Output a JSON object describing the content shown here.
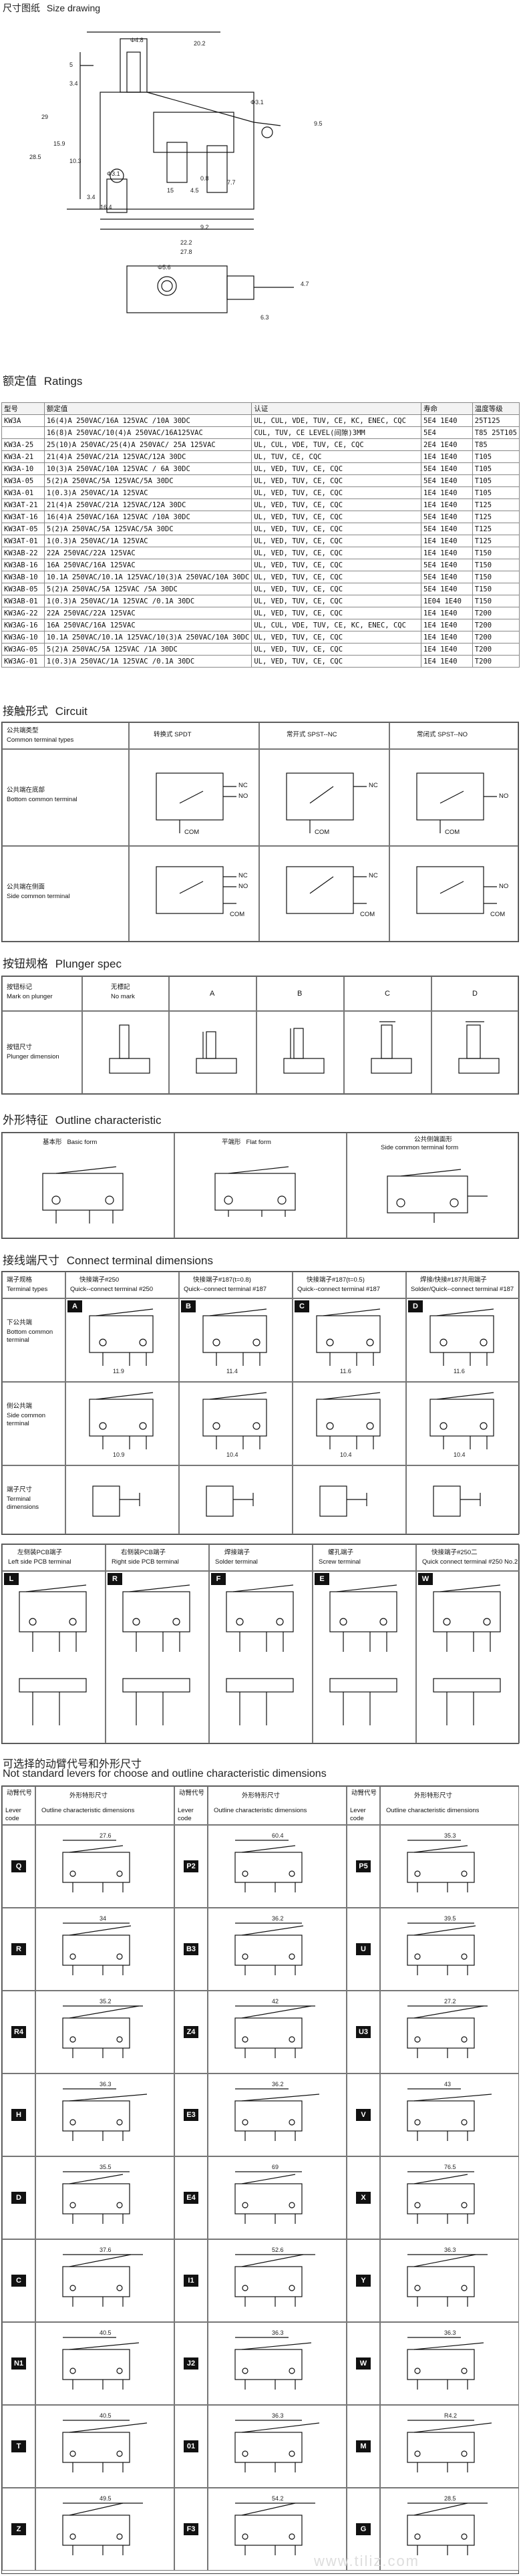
{
  "size_drawing": {
    "title_cn": "尺寸图纸",
    "title_en": "Size drawing",
    "dims": [
      "20.2",
      "Φ4.8",
      "5",
      "3.4",
      "29",
      "15.9",
      "10.3",
      "28.5",
      "Φ3.1",
      "9.5",
      "Φ3.1",
      "3.4",
      "16.4",
      "15",
      "4.5",
      "0.8",
      "7.7",
      "9.2",
      "22.2",
      "27.8",
      "Φ5.6",
      "4.7",
      "6.3"
    ]
  },
  "ratings": {
    "title_cn": "额定值",
    "title_en": "Ratings",
    "headers": [
      "型号",
      "额定值",
      "认证",
      "寿命",
      "温度等级"
    ],
    "rows": [
      [
        "KW3A",
        "16(4)A 250VAC/16A 125VAC /10A 30DC",
        "UL, CUL, VDE, TUV, CE, KC, ENEC, CQC",
        "5E4 1E40",
        "25T125"
      ],
      [
        "",
        "16(8)A 250VAC/10(4)A 250VAC/16A125VAC",
        "CUL, TUV, CE  LEVEL(间隙)3MM",
        "5E4",
        "T85 25T105"
      ],
      [
        "KW3A-25",
        "25(10)A 250VAC/25(4)A 250VAC/ 25A 125VAC",
        "UL, CUL, VDE, TUV, CE, CQC",
        "2E4 1E40",
        "T85"
      ],
      [
        "KW3A-21",
        "21(4)A 250VAC/21A 125VAC/12A 30DC",
        "UL, TUV, CE, CQC",
        "1E4 1E40",
        "T105"
      ],
      [
        "KW3A-10",
        "10(3)A 250VAC/10A 125VAC / 6A 30DC",
        "UL, VED, TUV, CE, CQC",
        "5E4 1E40",
        "T105"
      ],
      [
        "KW3A-05",
        "5(2)A 250VAC/5A 125VAC/5A 30DC",
        "UL, VED, TUV, CE, CQC",
        "5E4 1E40",
        "T105"
      ],
      [
        "KW3A-01",
        "1(0.3)A 250VAC/1A 125VAC",
        "UL, VED, TUV, CE, CQC",
        "1E4 1E40",
        "T105"
      ],
      [
        "KW3AT-21",
        "21(4)A 250VAC/21A 125VAC/12A 30DC",
        "UL, VED, TUV, CE, CQC",
        "1E4 1E40",
        "T125"
      ],
      [
        "KW3AT-16",
        "16(4)A 250VAC/16A 125VAC /10A 30DC",
        "UL, VED, TUV, CE, CQC",
        "5E4 1E40",
        "T125"
      ],
      [
        "KW3AT-05",
        "5(2)A 250VAC/5A 125VAC/5A 30DC",
        "UL, VED, TUV, CE, CQC",
        "5E4 1E40",
        "T125"
      ],
      [
        "KW3AT-01",
        "1(0.3)A 250VAC/1A 125VAC",
        "UL, VED, TUV, CE, CQC",
        "1E4 1E40",
        "T125"
      ],
      [
        "KW3AB-22",
        "22A 250VAC/22A 125VAC",
        "UL, VED, TUV, CE, CQC",
        "1E4 1E40",
        "T150"
      ],
      [
        "KW3AB-16",
        "16A 250VAC/16A 125VAC",
        "UL, VED, TUV, CE, CQC",
        "5E4 1E40",
        "T150"
      ],
      [
        "KW3AB-10",
        "10.1A 250VAC/10.1A 125VAC/10(3)A 250VAC/10A 30DC",
        "UL, VED, TUV, CE, CQC",
        "5E4 1E40",
        "T150"
      ],
      [
        "KW3AB-05",
        "5(2)A 250VAC/5A 125VAC /5A 30DC",
        "UL, VED, TUV, CE, CQC",
        "5E4 1E40",
        "T150"
      ],
      [
        "KW3AB-01",
        "1(0.3)A 250VAC/1A 125VAC /0.1A 30DC",
        "UL, VED, TUV, CE, CQC",
        "1E04 1E40",
        "T150"
      ],
      [
        "KW3AG-22",
        "22A 250VAC/22A 125VAC",
        "UL, VED, TUV, CE, CQC",
        "1E4 1E40",
        "T200"
      ],
      [
        "KW3AG-16",
        "16A 250VAC/16A 125VAC",
        "UL, CUL, VDE, TUV, CE, KC, ENEC, CQC",
        "1E4 1E40",
        "T200"
      ],
      [
        "KW3AG-10",
        "10.1A 250VAC/10.1A 125VAC/10(3)A 250VAC/10A 30DC",
        "UL, VED, TUV, CE, CQC",
        "1E4 1E40",
        "T200"
      ],
      [
        "KW3AG-05",
        "5(2)A 250VAC/5A 125VAC /1A 30DC",
        "UL, VED, TUV, CE, CQC",
        "1E4 1E40",
        "T200"
      ],
      [
        "KW3AG-01",
        "1(0.3)A 250VAC/1A 125VAC /0.1A 30DC",
        "UL, VED, TUV, CE, CQC",
        "1E4 1E40",
        "T200"
      ]
    ]
  },
  "circuit": {
    "title_cn": "接触形式",
    "title_en": "Circuit",
    "row_header_cn": "公共端类型",
    "row_header_en": "Common terminal types",
    "cols": [
      {
        "cn": "转换式",
        "en": "SPDT"
      },
      {
        "cn": "常开式",
        "en": "SPST--NC"
      },
      {
        "cn": "常闭式",
        "en": "SPST--NO"
      }
    ],
    "rows": [
      {
        "cn": "公共端在底部",
        "en": "Bottom common terminal"
      },
      {
        "cn": "公共端在侧面",
        "en": "Side common terminal"
      }
    ],
    "labels": {
      "nc": "NC",
      "no": "NO",
      "com": "COM"
    }
  },
  "plunger": {
    "title_cn": "按钮规格",
    "title_en": "Plunger spec",
    "mark_cn": "按钮标记",
    "mark_en": "Mark on plunger",
    "none_cn": "无標記",
    "none_en": "No mark",
    "cols": [
      "A",
      "B",
      "C",
      "D"
    ],
    "dim_cn": "按钮尺寸",
    "dim_en": "Plunger dimension"
  },
  "outline": {
    "title_cn": "外形特征",
    "title_en": "Outline characteristic",
    "types": [
      {
        "cn": "基本形",
        "en": "Basic form"
      },
      {
        "cn": "平端形",
        "en": "Flat form"
      },
      {
        "cn": "公共侧端面形",
        "en": "Side common terminal form"
      }
    ]
  },
  "terminals": {
    "title_cn": "接线端尺寸",
    "title_en": "Connect terminal dimensions",
    "row_header": {
      "cn": "端子规格",
      "en": "Terminal types"
    },
    "cols": [
      {
        "cn": "快接端子#250",
        "en": "Quick--connect terminal #250"
      },
      {
        "cn": "快接端子#187(t=0.8)",
        "en": "Quick--connect terminal #187"
      },
      {
        "cn": "快接端子#187(t=0.5)",
        "en": "Quick--connect terminal #187"
      },
      {
        "cn": "焊接/快接#187共用端子",
        "en": "Solder/Quick--connect terminal #187"
      }
    ],
    "col_codes": [
      "A",
      "B",
      "C",
      "D"
    ],
    "rows": [
      {
        "cn": "下公共端",
        "en": "Bottom common terminal"
      },
      {
        "cn": "侧公共端",
        "en": "Side common terminal"
      },
      {
        "cn": "端子尺寸",
        "en": "Terminal dimensions"
      }
    ],
    "dims": [
      "11.9",
      "11.4",
      "11.6",
      "11.6",
      "10.9",
      "10.4",
      "10.4",
      "10.4"
    ],
    "lower_cols": [
      {
        "cn": "左侧装PCB端子",
        "en": "Left side PCB terminal",
        "code": "L"
      },
      {
        "cn": "右侧装PCB端子",
        "en": "Right side PCB terminal",
        "code": "R"
      },
      {
        "cn": "焊接端子",
        "en": "Solder terminal",
        "code": "F"
      },
      {
        "cn": "螺孔端子",
        "en": "Screw terminal",
        "code": "E"
      },
      {
        "cn": "快接端子#250二",
        "en": "Quick connect terminal #250 No.2",
        "code": "W"
      }
    ]
  },
  "levers": {
    "title_cn": "可选择的动臂代号和外形尺寸",
    "title_en": "Not standard levers for choose and outline characteristic dimensions",
    "col_header_code_cn": "动臂代号",
    "col_header_code_en": "Lever code",
    "col_header_dim_cn": "外形特形尺寸",
    "col_header_dim_en": "Outline characteristic dimensions",
    "columns": [
      [
        {
          "code": "Q",
          "dim": "27.6"
        },
        {
          "code": "R",
          "dim": "34"
        },
        {
          "code": "R4",
          "dim": "35.2"
        },
        {
          "code": "H",
          "dim": "36.3"
        },
        {
          "code": "D",
          "dim": "35.5"
        },
        {
          "code": "C",
          "dim": "37.6"
        },
        {
          "code": "N1",
          "dim": "40.5"
        },
        {
          "code": "T",
          "dim": "40.5"
        },
        {
          "code": "Z",
          "dim": "49.5"
        }
      ],
      [
        {
          "code": "P2",
          "dim": "60.4"
        },
        {
          "code": "B3",
          "dim": "36.2"
        },
        {
          "code": "Z4",
          "dim": "42"
        },
        {
          "code": "E3",
          "dim": "36.2"
        },
        {
          "code": "E4",
          "dim": "69"
        },
        {
          "code": "I1",
          "dim": "52.6"
        },
        {
          "code": "J2",
          "dim": "36.3"
        },
        {
          "code": "01",
          "dim": "36.3"
        },
        {
          "code": "F3",
          "dim": "54.2"
        }
      ],
      [
        {
          "code": "P5",
          "dim": "35.3"
        },
        {
          "code": "U",
          "dim": "39.5"
        },
        {
          "code": "U3",
          "dim": "27.2"
        },
        {
          "code": "V",
          "dim": "43"
        },
        {
          "code": "X",
          "dim": "76.5"
        },
        {
          "code": "Y",
          "dim": "36.3"
        },
        {
          "code": "W",
          "dim": "36.3"
        },
        {
          "code": "M",
          "dim": "R4.2"
        },
        {
          "code": "G",
          "dim": "28.5"
        }
      ]
    ]
  },
  "watermark": "www.tiliz.com"
}
